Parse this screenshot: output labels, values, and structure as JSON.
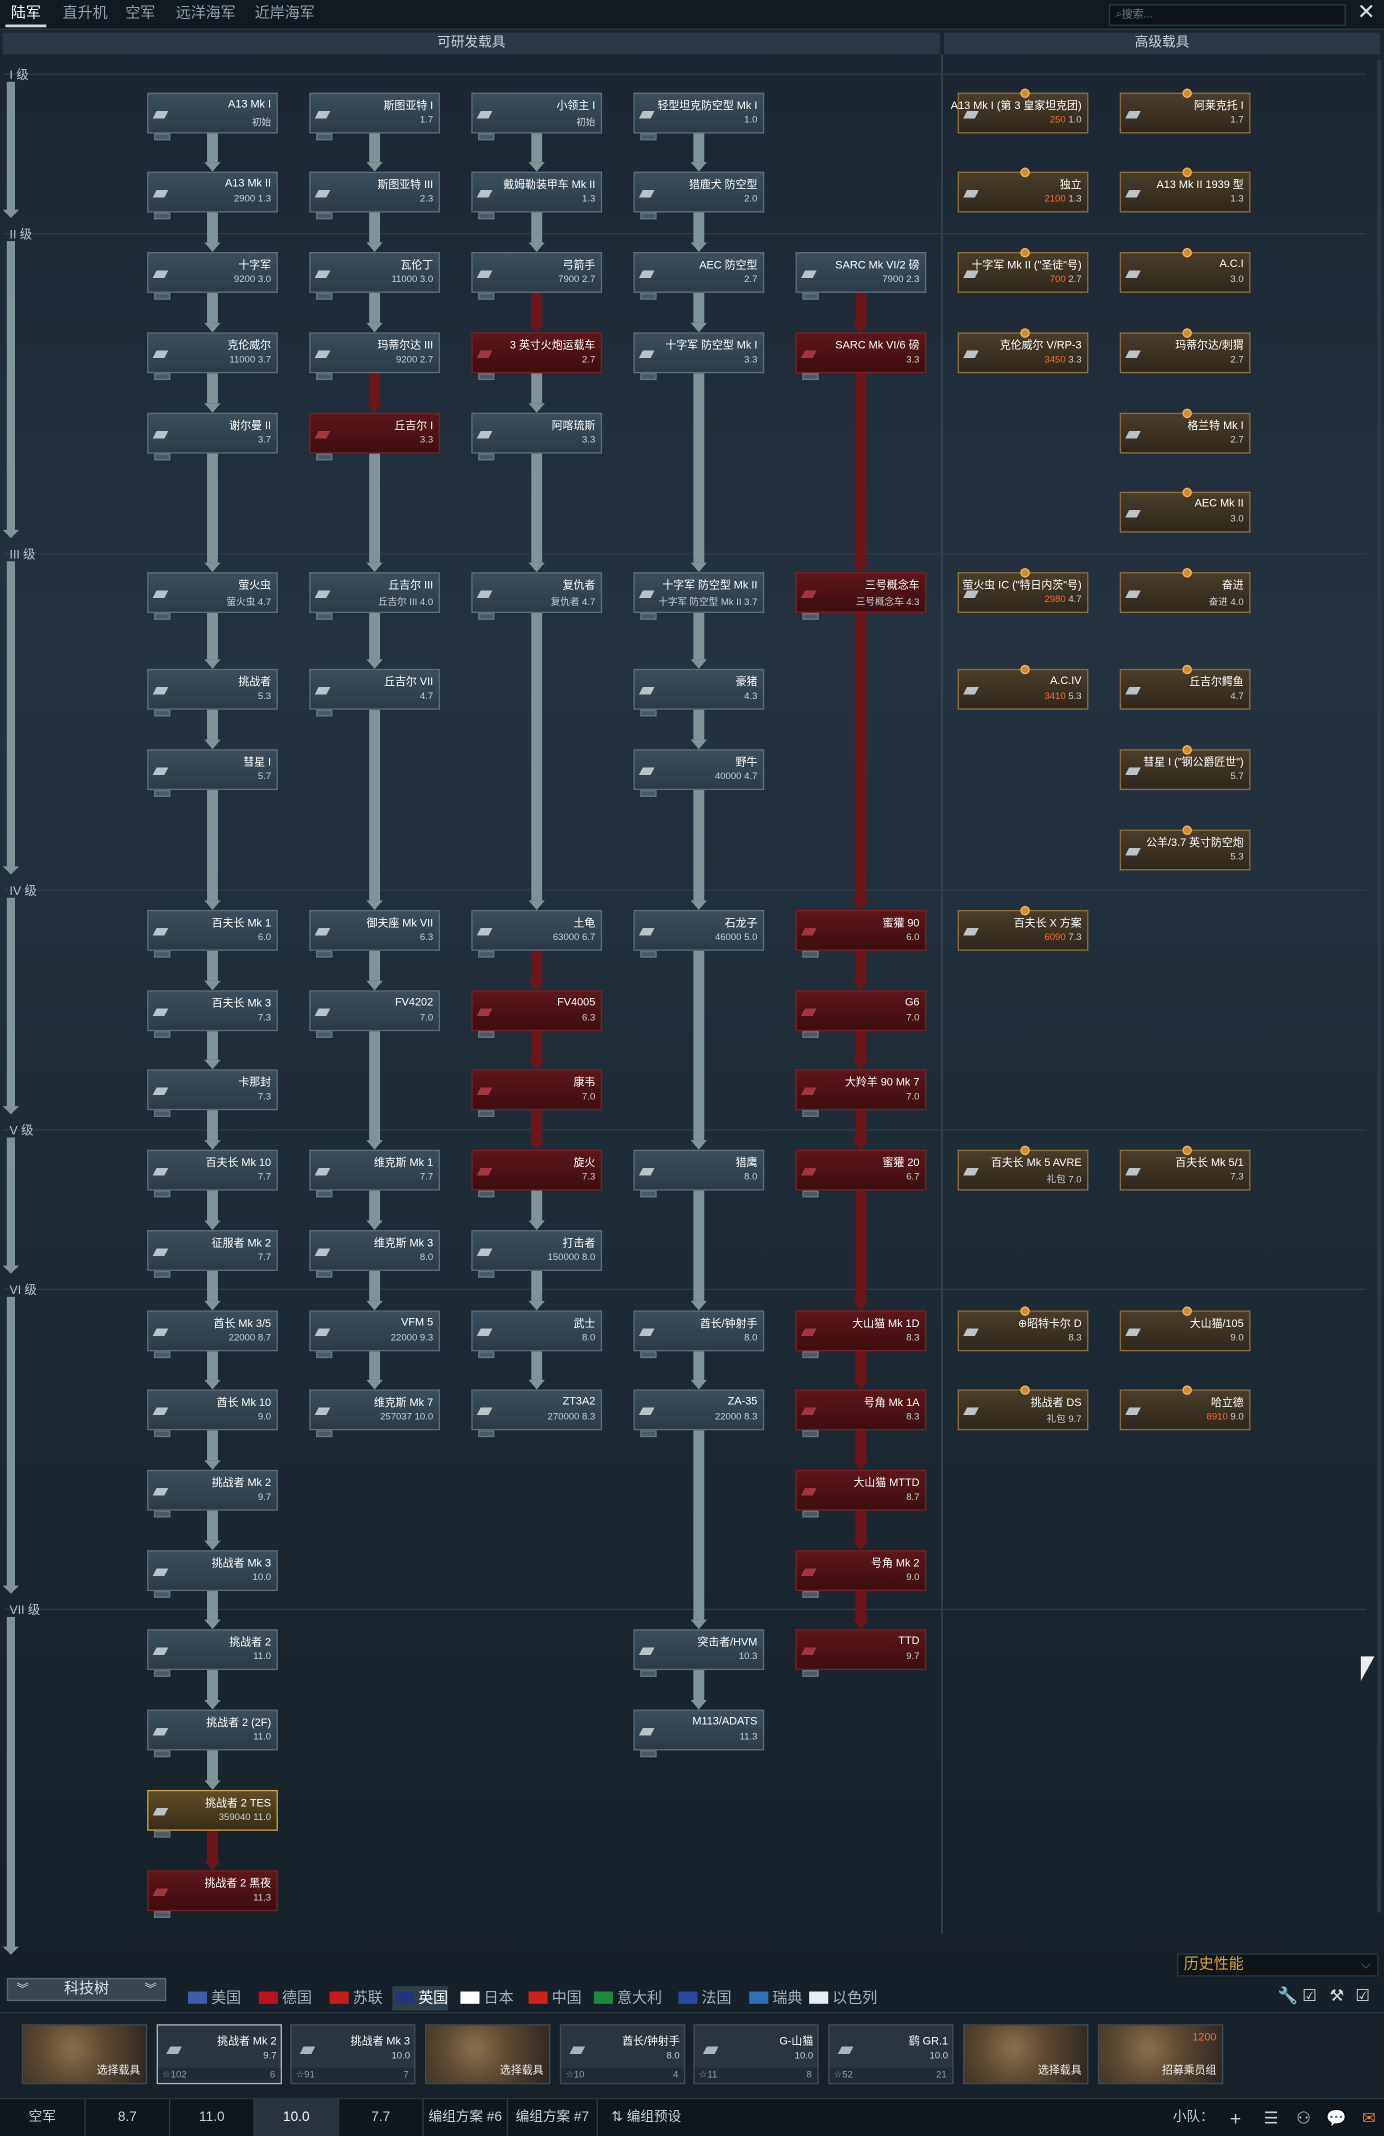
{
  "tabs": [
    "陆军",
    "直升机",
    "空军",
    "远洋海军",
    "近岸海军"
  ],
  "search_placeholder": "搜索...",
  "sections": {
    "researchable": "可研发载具",
    "premium": "高级载具"
  },
  "ranks": [
    "I 级",
    "II 级",
    "III 级",
    "IV 级",
    "V 级",
    "VI 级",
    "VII 级"
  ],
  "vehicles": [
    {
      "name": "A13 Mk I",
      "sub": "初始",
      "state": "owned"
    },
    {
      "name": "A13 Mk II",
      "sub": "2900",
      "br": "1.3",
      "state": "owned"
    },
    {
      "name": "十字军",
      "sub": "9200",
      "br": "3.0",
      "state": "owned"
    },
    {
      "name": "克伦威尔",
      "sub": "11000",
      "br": "3.7",
      "state": "owned"
    },
    {
      "name": "谢尔曼 II",
      "br": "3.7",
      "state": "owned"
    },
    {
      "name": "萤火虫",
      "sub": "萤火虫",
      "br": "4.7",
      "state": "owned"
    },
    {
      "name": "挑战者",
      "br": "5.3",
      "state": "owned"
    },
    {
      "name": "彗星 I",
      "br": "5.7",
      "state": "owned"
    },
    {
      "name": "百夫长 Mk 1",
      "br": "6.0",
      "state": "owned"
    },
    {
      "name": "百夫长 Mk 3",
      "br": "7.3",
      "state": "owned"
    },
    {
      "name": "卡那封",
      "br": "7.3",
      "state": "owned"
    },
    {
      "name": "百夫长 Mk 10",
      "br": "7.7",
      "state": "owned"
    },
    {
      "name": "征服者 Mk 2",
      "br": "7.7",
      "state": "owned"
    },
    {
      "name": "酋长 Mk 3/5",
      "sub": "22000",
      "br": "8.7",
      "state": "owned"
    },
    {
      "name": "酋长 Mk 10",
      "br": "9.0",
      "state": "owned"
    },
    {
      "name": "挑战者 Mk 2",
      "br": "9.7",
      "state": "owned"
    },
    {
      "name": "挑战者 Mk 3",
      "br": "10.0",
      "state": "owned"
    },
    {
      "name": "挑战者 2",
      "br": "11.0",
      "state": "owned"
    },
    {
      "name": "挑战者 2 (2F)",
      "br": "11.0",
      "state": "owned"
    },
    {
      "name": "挑战者 2 TES",
      "sub": "359040",
      "br": "11.0",
      "state": "gold"
    },
    {
      "name": "挑战者 2 黑夜",
      "br": "11.3",
      "state": "red"
    },
    {
      "name": "斯图亚特 I",
      "br": "1.7",
      "state": "owned"
    },
    {
      "name": "斯图亚特 III",
      "br": "2.3",
      "state": "owned"
    },
    {
      "name": "瓦伦丁",
      "sub": "11000",
      "br": "3.0",
      "state": "owned"
    },
    {
      "name": "玛蒂尔达 III",
      "sub": "9200",
      "br": "2.7",
      "state": "owned"
    },
    {
      "name": "丘吉尔 I",
      "br": "3.3",
      "state": "red"
    },
    {
      "name": "丘吉尔 III",
      "sub": "丘吉尔 III",
      "br": "4.0",
      "state": "owned"
    },
    {
      "name": "丘吉尔 VII",
      "br": "4.7",
      "state": "owned"
    },
    {
      "name": "御夫座 Mk VII",
      "br": "6.3",
      "state": "owned"
    },
    {
      "name": "FV4202",
      "br": "7.0",
      "state": "owned"
    },
    {
      "name": "维克斯 Mk 1",
      "br": "7.7",
      "state": "owned"
    },
    {
      "name": "维克斯 Mk 3",
      "br": "8.0",
      "state": "owned"
    },
    {
      "name": "VFM 5",
      "sub": "22000",
      "br": "9.3",
      "state": "owned"
    },
    {
      "name": "维克斯 Mk 7",
      "sub": "257037",
      "br": "10.0",
      "state": "owned"
    },
    {
      "name": "小领主 I",
      "sub": "初始",
      "state": "owned"
    },
    {
      "name": "戴姆勒装甲车 Mk II",
      "br": "1.3",
      "state": "owned"
    },
    {
      "name": "弓箭手",
      "sub": "7900",
      "br": "2.7",
      "state": "owned"
    },
    {
      "name": "3 英寸火炮运载车",
      "br": "2.7",
      "state": "red"
    },
    {
      "name": "阿喀琉斯",
      "br": "3.3",
      "state": "owned"
    },
    {
      "name": "复仇者",
      "sub": "复仇者",
      "br": "4.7",
      "state": "owned"
    },
    {
      "name": "土龟",
      "sub": "63000",
      "br": "6.7",
      "state": "owned"
    },
    {
      "name": "FV4005",
      "br": "6.3",
      "state": "red"
    },
    {
      "name": "康韦",
      "br": "7.0",
      "state": "red"
    },
    {
      "name": "旋火",
      "br": "7.3",
      "state": "red"
    },
    {
      "name": "打击者",
      "sub": "150000",
      "br": "8.0",
      "state": "owned"
    },
    {
      "name": "武士",
      "br": "8.0",
      "state": "owned"
    },
    {
      "name": "ZT3A2",
      "sub": "270000",
      "br": "8.3",
      "state": "owned"
    },
    {
      "name": "轻型坦克防空型 Mk I",
      "br": "1.0",
      "state": "owned"
    },
    {
      "name": "猎鹿犬 防空型",
      "br": "2.0",
      "state": "owned"
    },
    {
      "name": "AEC 防空型",
      "br": "2.7",
      "state": "owned"
    },
    {
      "name": "十字军 防空型 Mk I",
      "br": "3.3",
      "state": "owned"
    },
    {
      "name": "十字军 防空型 Mk II",
      "sub": "十字军 防空型 Mk II",
      "br": "3.7",
      "state": "owned"
    },
    {
      "name": "豪猪",
      "br": "4.3",
      "state": "owned"
    },
    {
      "name": "野牛",
      "sub": "40000",
      "br": "4.7",
      "state": "owned"
    },
    {
      "name": "石龙子",
      "sub": "46000",
      "br": "5.0",
      "state": "owned"
    },
    {
      "name": "猎鹰",
      "br": "8.0",
      "state": "owned"
    },
    {
      "name": "酋长/钟射手",
      "br": "8.0",
      "state": "owned"
    },
    {
      "name": "ZA-35",
      "sub": "22000",
      "br": "8.3",
      "state": "owned"
    },
    {
      "name": "突击者/HVM",
      "br": "10.3",
      "state": "owned"
    },
    {
      "name": "M113/ADATS",
      "br": "11.3",
      "state": "owned"
    },
    {
      "name": "SARC Mk VI/2 磅",
      "sub": "7900",
      "br": "2.3",
      "state": "owned"
    },
    {
      "name": "SARC Mk VI/6 磅",
      "br": "3.3",
      "state": "red"
    },
    {
      "name": "三号概念车",
      "sub": "三号概念车",
      "br": "4.3",
      "state": "red"
    },
    {
      "name": "蜜獾 90",
      "br": "6.0",
      "state": "red"
    },
    {
      "name": "G6",
      "br": "7.0",
      "state": "red"
    },
    {
      "name": "大羚羊 90 Mk 7",
      "br": "7.0",
      "state": "red"
    },
    {
      "name": "蜜獾 20",
      "br": "6.7",
      "state": "red"
    },
    {
      "name": "大山猫 Mk 1D",
      "br": "8.3",
      "state": "red"
    },
    {
      "name": "号角 Mk 1A",
      "br": "8.3",
      "state": "red"
    },
    {
      "name": "大山猫 MTTD",
      "br": "8.7",
      "state": "red"
    },
    {
      "name": "号角 Mk 2",
      "br": "9.0",
      "state": "red"
    },
    {
      "name": "TTD",
      "br": "9.7",
      "state": "red"
    },
    {
      "name": "A13 Mk I (第 3 皇家坦克团)",
      "sub": "250",
      "br": "1.0",
      "state": "prem"
    },
    {
      "name": "独立",
      "sub": "2100",
      "br": "1.3",
      "state": "prem"
    },
    {
      "name": "十字军 Mk II (\"圣徒\"号)",
      "sub": "700",
      "br": "2.7",
      "state": "prem"
    },
    {
      "name": "克伦威尔 V/RP-3",
      "sub": "3450",
      "br": "3.3",
      "state": "prem"
    },
    {
      "name": "萤火虫 IC (\"特日内茨\"号)",
      "sub": "2980",
      "br": "4.7",
      "state": "prem"
    },
    {
      "name": "A.C.IV",
      "sub": "3410",
      "br": "5.3",
      "state": "prem"
    },
    {
      "name": "百夫长 X 方案",
      "sub": "6090",
      "br": "7.3",
      "state": "prem"
    },
    {
      "name": "百夫长 Mk 5 AVRE",
      "sub": "礼包",
      "br": "7.0",
      "state": "prem"
    },
    {
      "name": "⊕昭特卡尔 D",
      "br": "8.3",
      "state": "prem"
    },
    {
      "name": "挑战者 DS",
      "sub": "礼包",
      "br": "9.7",
      "state": "prem"
    },
    {
      "name": "阿莱克托 I",
      "br": "1.7",
      "state": "prem"
    },
    {
      "name": "A13 Mk II 1939 型",
      "br": "1.3",
      "state": "prem"
    },
    {
      "name": "A.C.I",
      "br": "3.0",
      "state": "prem"
    },
    {
      "name": "玛蒂尔达/刺猬",
      "br": "2.7",
      "state": "prem"
    },
    {
      "name": "格兰特 Mk I",
      "br": "2.7",
      "state": "prem"
    },
    {
      "name": "AEC Mk II",
      "br": "3.0",
      "state": "prem"
    },
    {
      "name": "奋进",
      "sub": "奋进",
      "br": "4.0",
      "state": "prem"
    },
    {
      "name": "丘吉尔鳄鱼",
      "br": "4.7",
      "state": "prem"
    },
    {
      "name": "彗星 I (\"钢公爵匠世\")",
      "br": "5.7",
      "state": "prem"
    },
    {
      "name": "公羊/3.7 英寸防空炮",
      "br": "5.3",
      "state": "prem"
    },
    {
      "name": "百夫长 Mk 5/1",
      "br": "7.3",
      "state": "prem"
    },
    {
      "name": "大山猫/105",
      "br": "9.0",
      "state": "prem"
    },
    {
      "name": "哈立德",
      "sub": "8910",
      "br": "9.0",
      "state": "prem"
    }
  ],
  "perf_select": "历史性能",
  "tech_tree_btn": "科技树",
  "nations": [
    "美国",
    "德国",
    "苏联",
    "英国",
    "日本",
    "中国",
    "意大利",
    "法国",
    "瑞典",
    "以色列"
  ],
  "crew": [
    {
      "type": "soldier",
      "name": "选择载具"
    },
    {
      "name": "挑战者 Mk 2",
      "br": "9.7",
      "foot_l": "102",
      "foot_r": "6"
    },
    {
      "name": "挑战者 Mk 3",
      "br": "10.0",
      "foot_l": "91",
      "foot_r": "7"
    },
    {
      "type": "soldier",
      "name": "选择载具"
    },
    {
      "name": "酋长/钟射手",
      "br": "8.0",
      "foot_l": "10",
      "foot_r": "4"
    },
    {
      "name": "G-山猫",
      "br": "10.0",
      "foot_l": "11",
      "foot_r": "8"
    },
    {
      "name": "鹞 GR.1",
      "br": "10.0",
      "foot_l": "52",
      "foot_r": "21"
    },
    {
      "type": "soldier",
      "name": "选择载具"
    },
    {
      "type": "soldier",
      "name": "招募乘员组",
      "gold": "1200"
    }
  ],
  "bottom": {
    "mode": "空军",
    "brs": [
      "8.7",
      "11.0",
      "10.0",
      "7.7"
    ],
    "preset1": "编组方案 #6",
    "preset2": "编组方案 #7",
    "preset3": "编组预设",
    "squad": "小队："
  },
  "colors": {
    "researched": "#3c4e5c",
    "premium": "#5f4c26",
    "locked": "#5d1619",
    "line": "#7f9399",
    "locked_line": "#6e151a"
  }
}
